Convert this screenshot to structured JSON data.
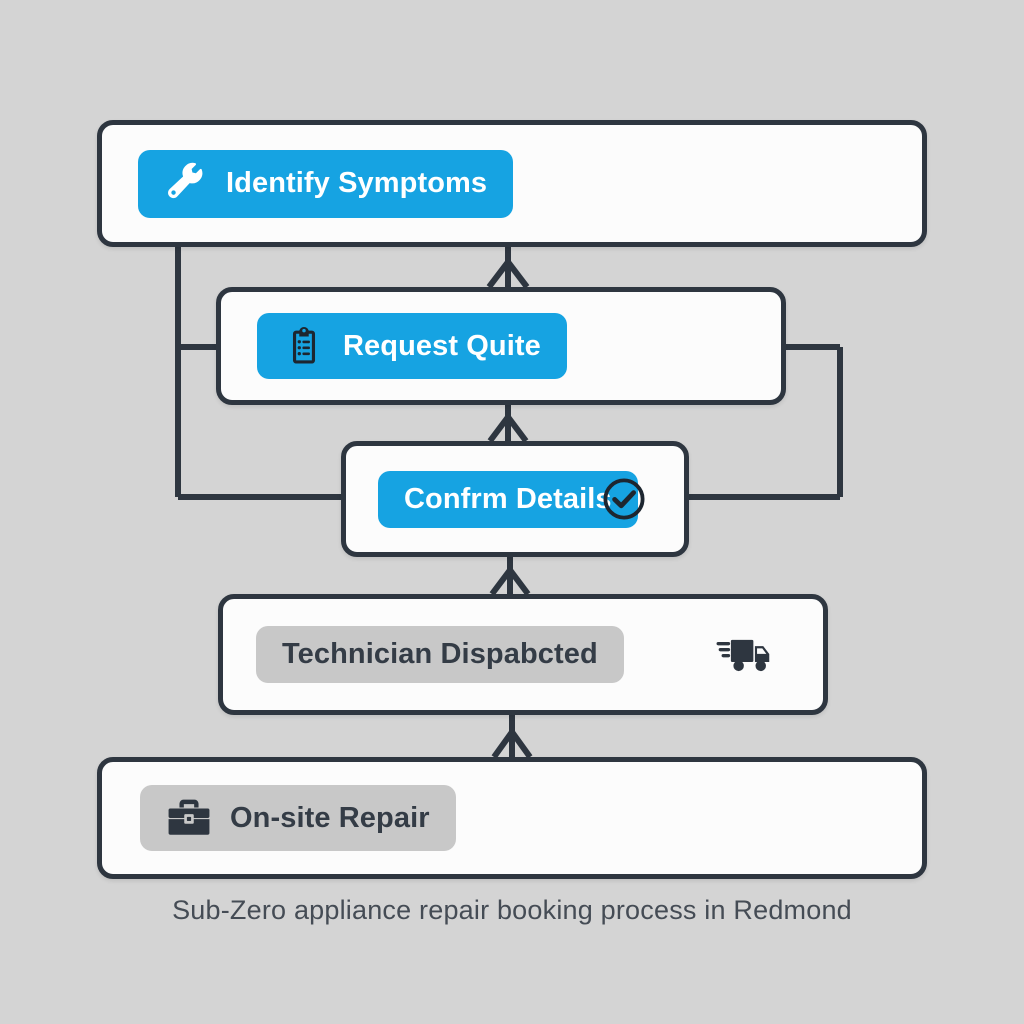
{
  "diagram": {
    "caption": "Sub-Zero appliance repair booking process in Redmond",
    "background_color": "#d4d4d4",
    "node_border_color": "#2e3640",
    "node_fill_color": "#fcfcfc",
    "accent_blue": "#16a3e2",
    "muted_grey": "#c8c8c8",
    "dark_text": "#343c46",
    "connector_color": "#2e3640",
    "type": "flowchart",
    "orientation": "vertical",
    "nodes": [
      {
        "id": "identify-symptoms",
        "label": "Identify Symptoms",
        "pill_style": "blue",
        "leading_icon": "wrench-icon",
        "trailing_icon": ""
      },
      {
        "id": "request-quote",
        "label": "Request Quite",
        "pill_style": "blue",
        "leading_icon": "clipboard-list-icon",
        "trailing_icon": ""
      },
      {
        "id": "confirm-details",
        "label": "Confrm Details",
        "pill_style": "blue",
        "leading_icon": "",
        "trailing_icon": "check-circle-icon"
      },
      {
        "id": "technician-dispatched",
        "label": "Technician Dispabcted",
        "pill_style": "grey",
        "leading_icon": "",
        "trailing_icon": "delivery-truck-icon"
      },
      {
        "id": "onsite-repair",
        "label": "On-site Repair",
        "pill_style": "grey",
        "leading_icon": "toolbox-icon",
        "trailing_icon": ""
      }
    ],
    "edges": [
      {
        "from": "identify-symptoms",
        "to": "request-quote",
        "marker": "chevron-up"
      },
      {
        "from": "request-quote",
        "to": "confirm-details",
        "marker": "chevron-up"
      },
      {
        "from": "confirm-details",
        "to": "technician-dispatched",
        "marker": "chevron-up"
      },
      {
        "from": "technician-dispatched",
        "to": "onsite-repair",
        "marker": "chevron-up"
      },
      {
        "from": "identify-symptoms",
        "to": "request-quote",
        "marker": "none",
        "routing": "left-bracket"
      },
      {
        "from": "identify-symptoms",
        "to": "technician-dispatched",
        "marker": "none",
        "routing": "left-bracket"
      },
      {
        "from": "request-quote",
        "to": "confirm-details",
        "marker": "none",
        "routing": "right-bracket"
      }
    ]
  }
}
